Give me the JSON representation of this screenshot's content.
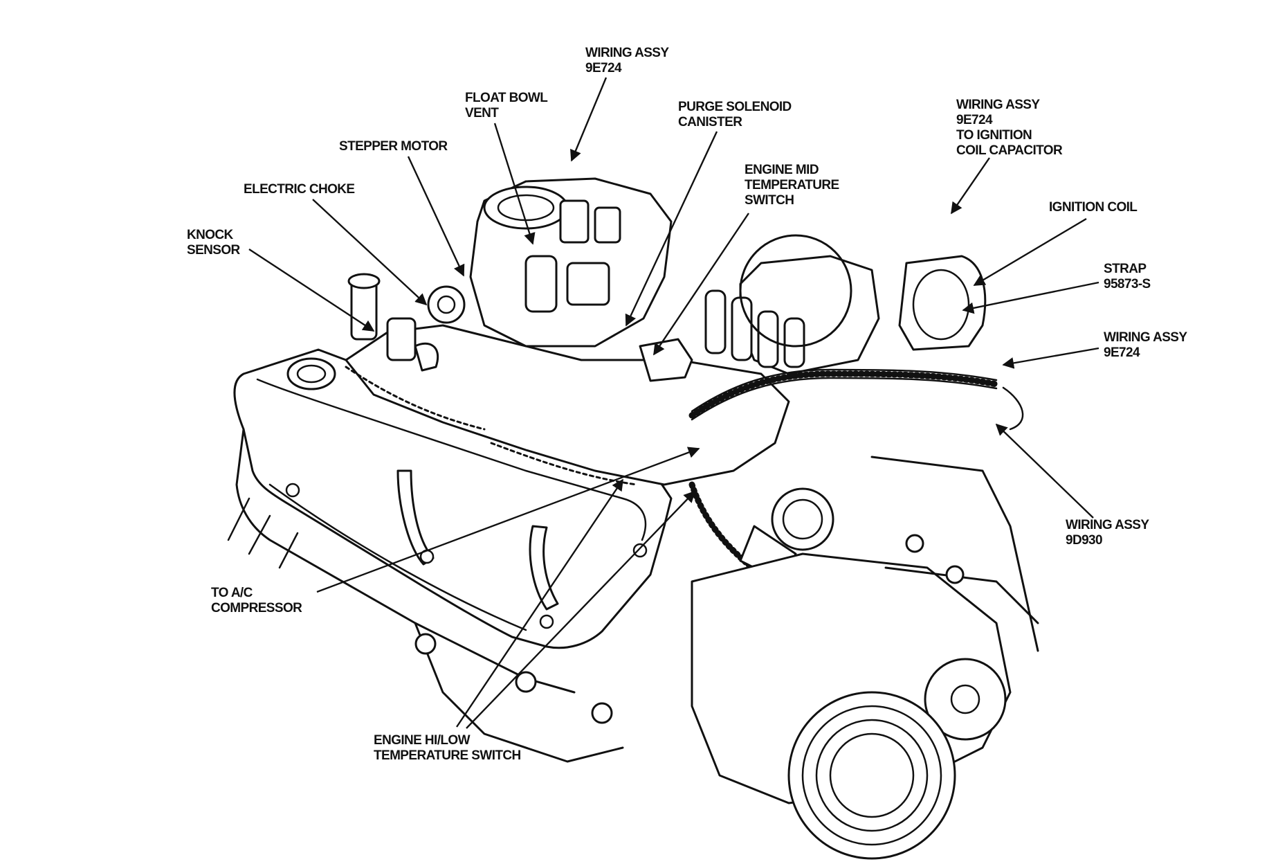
{
  "callouts": [
    {
      "id": "wiring-assy-9e724-top",
      "lines": [
        "WIRING ASSY",
        "9E724"
      ]
    },
    {
      "id": "float-bowl-vent",
      "lines": [
        "FLOAT BOWL",
        "VENT"
      ]
    },
    {
      "id": "purge-solenoid-canister",
      "lines": [
        "PURGE SOLENOID",
        "CANISTER"
      ]
    },
    {
      "id": "wiring-assy-ignition-coil-capacitor",
      "lines": [
        "WIRING ASSY",
        "9E724",
        "TO IGNITION",
        "COIL CAPACITOR"
      ]
    },
    {
      "id": "stepper-motor",
      "lines": [
        "STEPPER MOTOR"
      ]
    },
    {
      "id": "engine-mid-temperature-switch",
      "lines": [
        "ENGINE MID",
        "TEMPERATURE",
        "SWITCH"
      ]
    },
    {
      "id": "electric-choke",
      "lines": [
        "ELECTRIC CHOKE"
      ]
    },
    {
      "id": "ignition-coil",
      "lines": [
        "IGNITION COIL"
      ]
    },
    {
      "id": "knock-sensor",
      "lines": [
        "KNOCK",
        "SENSOR"
      ]
    },
    {
      "id": "strap",
      "lines": [
        "STRAP",
        "95873-S"
      ]
    },
    {
      "id": "wiring-assy-9e724-right",
      "lines": [
        "WIRING ASSY",
        "9E724"
      ]
    },
    {
      "id": "wiring-assy-9d930",
      "lines": [
        "WIRING ASSY",
        "9D930"
      ]
    },
    {
      "id": "to-ac-compressor",
      "lines": [
        "TO A/C",
        "COMPRESSOR"
      ]
    },
    {
      "id": "engine-hi-low-temperature-switch",
      "lines": [
        "ENGINE HI/LOW",
        "TEMPERATURE SWITCH"
      ]
    }
  ]
}
